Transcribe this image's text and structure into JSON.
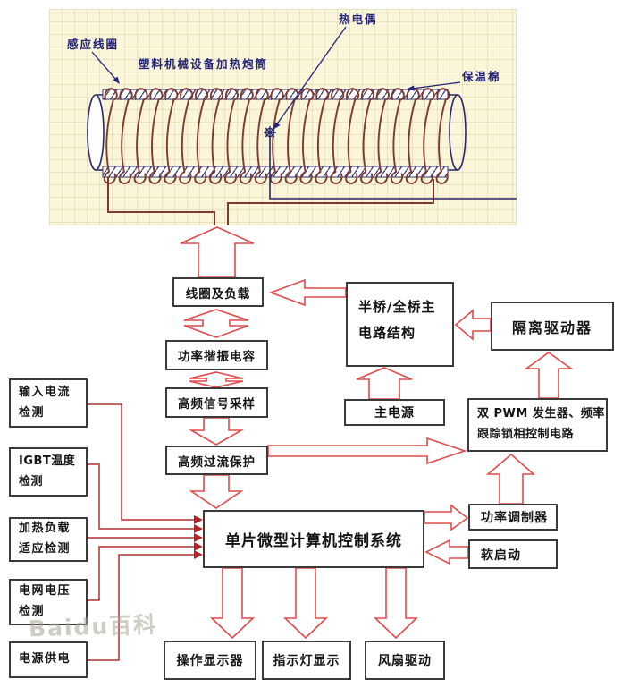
{
  "illustration": {
    "labels": {
      "coil": "感应线圈",
      "barrel": "塑料机械设备加热炮筒",
      "thermocouple": "热电偶",
      "insulation": "保温棉"
    }
  },
  "nodes": {
    "coil_load": "线圈及负载",
    "res_cap": "功率揩振电容",
    "hf_sample": "高频信号采样",
    "hf_protect": "高频过流保护",
    "bridge": "半桥/全桥主\n电路结构",
    "mains": "主电源",
    "iso_driver": "隔离驱动器",
    "pwm": "双 PWM 发生器、频率\n跟踪锁相控制电路",
    "power_mod": "功率调制器",
    "soft_start": "软启动",
    "mcu": "单片微型计算机控制系统",
    "input_current": "输入电流\n检测",
    "igbt_temp": "IGBT温度\n检测",
    "heat_load": "加热负载\n适应检测",
    "grid_voltage": "电网电压\n检测",
    "power_supply": "电源供电",
    "op_display": "操作显示器",
    "indicator": "指示灯显示",
    "fan": "风扇驱动"
  },
  "edges": [
    {
      "from": "coil_load",
      "to": "heating_barrel",
      "type": "block-arrow"
    },
    {
      "from": "coil_load",
      "to": "res_cap",
      "type": "block-arrow-double"
    },
    {
      "from": "res_cap",
      "to": "hf_sample",
      "type": "block-arrow-double"
    },
    {
      "from": "hf_sample",
      "to": "hf_protect",
      "type": "block-arrow"
    },
    {
      "from": "hf_protect",
      "to": "mcu",
      "type": "block-arrow"
    },
    {
      "from": "hf_protect",
      "to": "pwm",
      "type": "block-arrow"
    },
    {
      "from": "bridge",
      "to": "coil_load",
      "type": "block-arrow"
    },
    {
      "from": "iso_driver",
      "to": "bridge",
      "type": "block-arrow"
    },
    {
      "from": "mains",
      "to": "bridge",
      "type": "block-arrow"
    },
    {
      "from": "pwm",
      "to": "iso_driver",
      "type": "block-arrow"
    },
    {
      "from": "power_mod",
      "to": "pwm",
      "type": "block-arrow"
    },
    {
      "from": "mcu",
      "to": "power_mod",
      "type": "block-arrow"
    },
    {
      "from": "soft_start",
      "to": "mcu",
      "type": "block-arrow"
    },
    {
      "from": "mcu",
      "to": "op_display",
      "type": "block-arrow"
    },
    {
      "from": "mcu",
      "to": "indicator",
      "type": "block-arrow"
    },
    {
      "from": "mcu",
      "to": "fan",
      "type": "block-arrow"
    },
    {
      "from": "input_current",
      "to": "mcu",
      "type": "line-arrow"
    },
    {
      "from": "igbt_temp",
      "to": "mcu",
      "type": "line-arrow"
    },
    {
      "from": "heat_load",
      "to": "mcu",
      "type": "line-arrow"
    },
    {
      "from": "grid_voltage",
      "to": "mcu",
      "type": "line-arrow"
    },
    {
      "from": "power_supply",
      "to": "mcu",
      "type": "line-arrow"
    }
  ],
  "watermark": "Baidu百科",
  "colors": {
    "grid_bg": "#fbf5da",
    "grid_line": "#d8cfa6",
    "coil_wire": "#7c3b2d",
    "navy": "#27276b",
    "hollow_arrow": "#e14b4b",
    "signal_line": "#b03030",
    "box_border": "#3a3a3a"
  }
}
